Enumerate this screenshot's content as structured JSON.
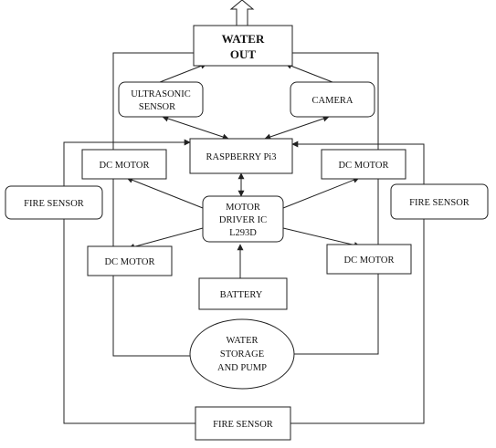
{
  "diagram": {
    "nodes": {
      "water_out": {
        "lines": [
          "WATER",
          "OUT"
        ]
      },
      "ultrasonic_sensor": {
        "lines": [
          "ULTRASONIC",
          "SENSOR"
        ]
      },
      "camera": {
        "lines": [
          "CAMERA"
        ]
      },
      "raspberry_pi": {
        "lines": [
          "RASPBERRY Pi3"
        ]
      },
      "dc_motor_top_left": {
        "lines": [
          "DC MOTOR"
        ]
      },
      "dc_motor_top_right": {
        "lines": [
          "DC MOTOR"
        ]
      },
      "dc_motor_bottom_left": {
        "lines": [
          "DC MOTOR"
        ]
      },
      "dc_motor_bottom_right": {
        "lines": [
          "DC MOTOR"
        ]
      },
      "fire_sensor_left": {
        "lines": [
          "FIRE SENSOR"
        ]
      },
      "fire_sensor_right": {
        "lines": [
          "FIRE SENSOR"
        ]
      },
      "fire_sensor_bottom": {
        "lines": [
          "FIRE SENSOR"
        ]
      },
      "motor_driver": {
        "lines": [
          "MOTOR",
          "DRIVER IC",
          "L293D"
        ]
      },
      "battery": {
        "lines": [
          "BATTERY"
        ]
      },
      "water_storage": {
        "lines": [
          "WATER",
          "STORAGE",
          "AND PUMP"
        ]
      }
    },
    "edges": [
      {
        "from": "ultrasonic_sensor",
        "to": "water_out",
        "style": "arrow"
      },
      {
        "from": "camera",
        "to": "water_out",
        "style": "arrow"
      },
      {
        "from": "ultrasonic_sensor",
        "to": "raspberry_pi",
        "style": "double-arrow"
      },
      {
        "from": "camera",
        "to": "raspberry_pi",
        "style": "double-arrow"
      },
      {
        "from": "raspberry_pi",
        "to": "motor_driver",
        "style": "double-arrow"
      },
      {
        "from": "motor_driver",
        "to": "dc_motor_top_left",
        "style": "arrow"
      },
      {
        "from": "motor_driver",
        "to": "dc_motor_top_right",
        "style": "arrow"
      },
      {
        "from": "motor_driver",
        "to": "dc_motor_bottom_left",
        "style": "arrow"
      },
      {
        "from": "motor_driver",
        "to": "dc_motor_bottom_right",
        "style": "arrow"
      },
      {
        "from": "battery",
        "to": "motor_driver",
        "style": "arrow"
      },
      {
        "from": "water_out",
        "to": "outside",
        "style": "hollow-arrow"
      },
      {
        "from": "water_storage",
        "to": "water_out",
        "style": "line"
      },
      {
        "from": "fire_sensor_bottom",
        "to": "raspberry_pi",
        "style": "arrow"
      }
    ]
  }
}
